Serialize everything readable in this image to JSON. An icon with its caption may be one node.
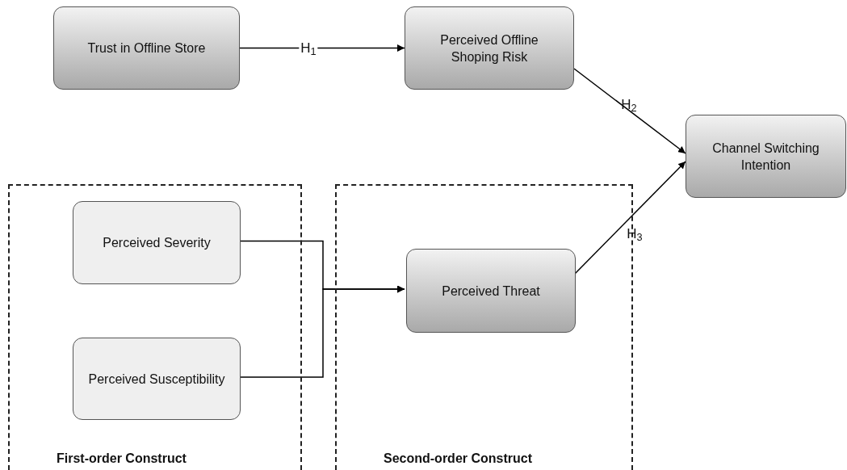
{
  "diagram": {
    "nodes": [
      {
        "text": [
          "Trust in Offline Store"
        ]
      },
      {
        "text": [
          "Perceived Offline Shoping Risk"
        ]
      },
      {
        "text": [
          "Channel Switching Intention"
        ]
      },
      {
        "text": [
          "First-order Construct"
        ]
      },
      {
        "text": [
          "Perceived Severity"
        ],
        "in": 3
      },
      {
        "text": [
          "Perceived Susceptibility"
        ],
        "in": 3
      },
      {
        "text": [
          "Second-order Construct"
        ]
      },
      {
        "text": [
          "Perceived Threat"
        ],
        "in": 6
      }
    ],
    "edges": [
      {
        "from": 0,
        "to": 1,
        "arrow": "to",
        "label": "H$_{1}$"
      },
      {
        "from": 1,
        "to": 2,
        "arrow": "to",
        "label": "H$_{2}$"
      },
      {
        "from": 7,
        "to": 2,
        "arrow": "to",
        "label": "H$_{3}$"
      },
      {
        "from": 4,
        "to": 7,
        "arrow": "to"
      },
      {
        "from": 5,
        "to": 7,
        "arrow": "to"
      }
    ]
  }
}
